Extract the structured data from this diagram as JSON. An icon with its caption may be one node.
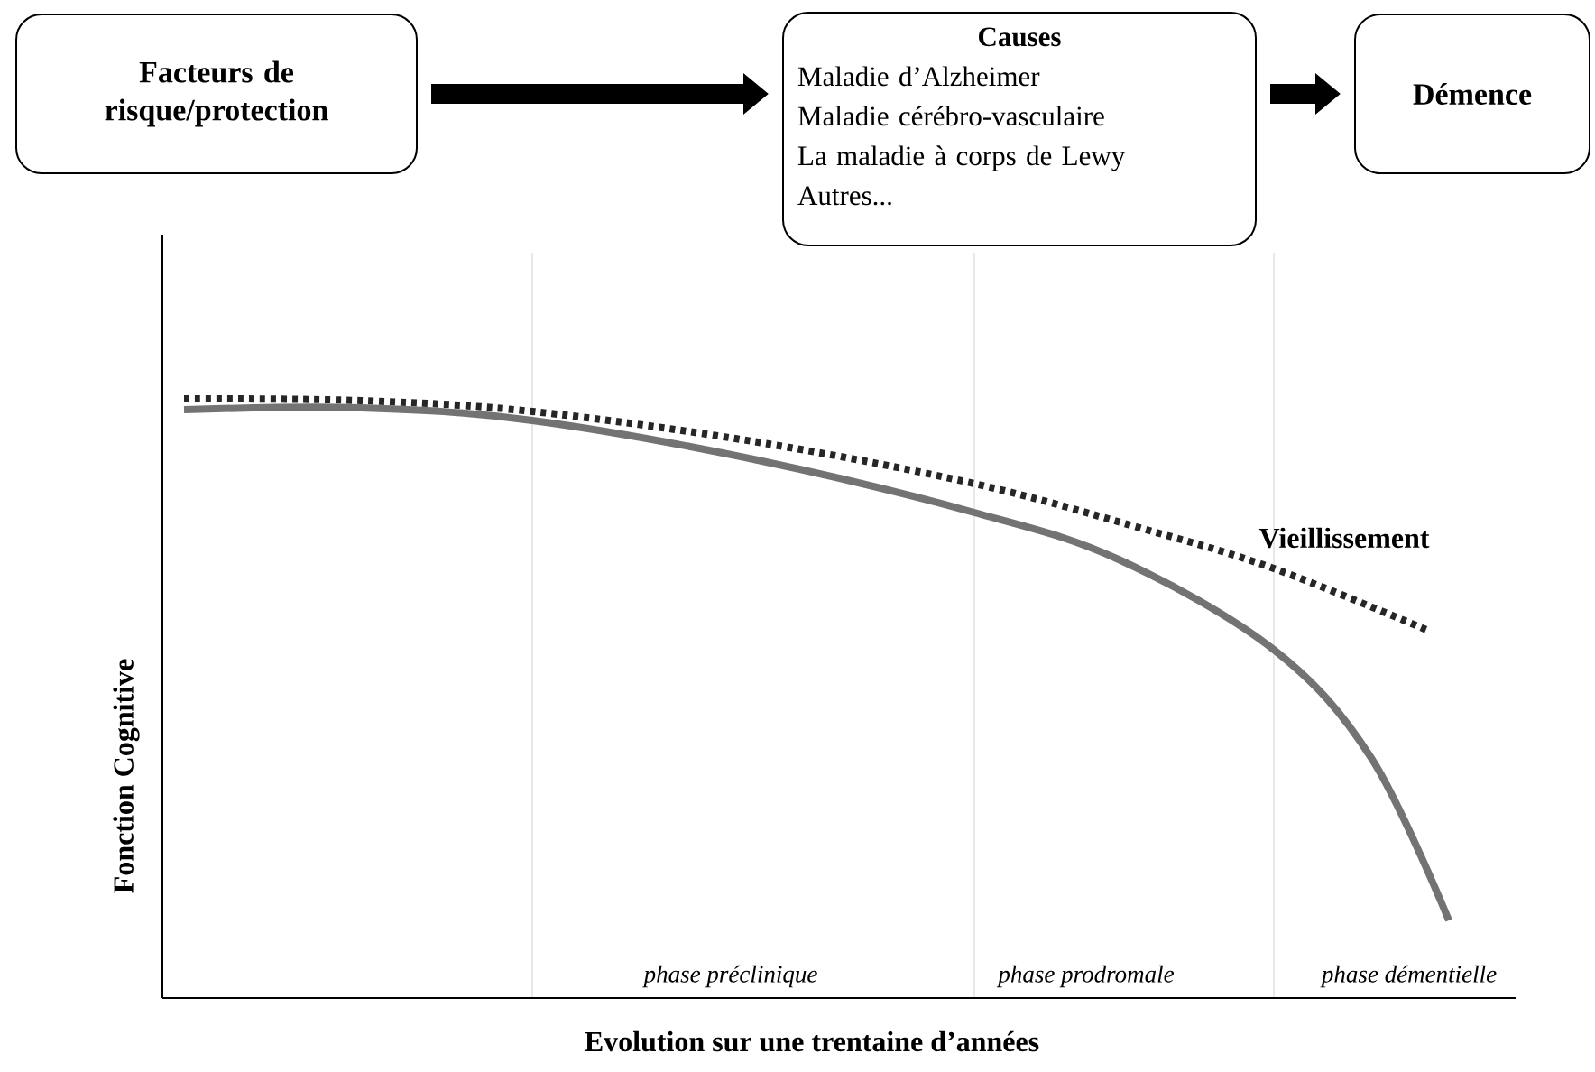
{
  "diagram": {
    "nodes": [
      {
        "text": [
          "Facteurs de risque/protection"
        ]
      },
      {
        "text": [
          "Causes",
          "Maladie d’Alzheimer",
          "Maladie cérébro-vasculaire",
          "La maladie à corps de Lewy",
          "Autres..."
        ]
      },
      {
        "text": [
          "Démence"
        ]
      }
    ],
    "edges": [
      {
        "from": 0,
        "to": 1,
        "arrow": "to"
      },
      {
        "from": 1,
        "to": 2,
        "arrow": "to"
      }
    ],
    "labels": [
      "Vieillissement",
      "Fonction Cognitive",
      "phase préclinique",
      "phase prodromale",
      "phase démentielle",
      "Evolution sur une trentaine d’années"
    ]
  }
}
